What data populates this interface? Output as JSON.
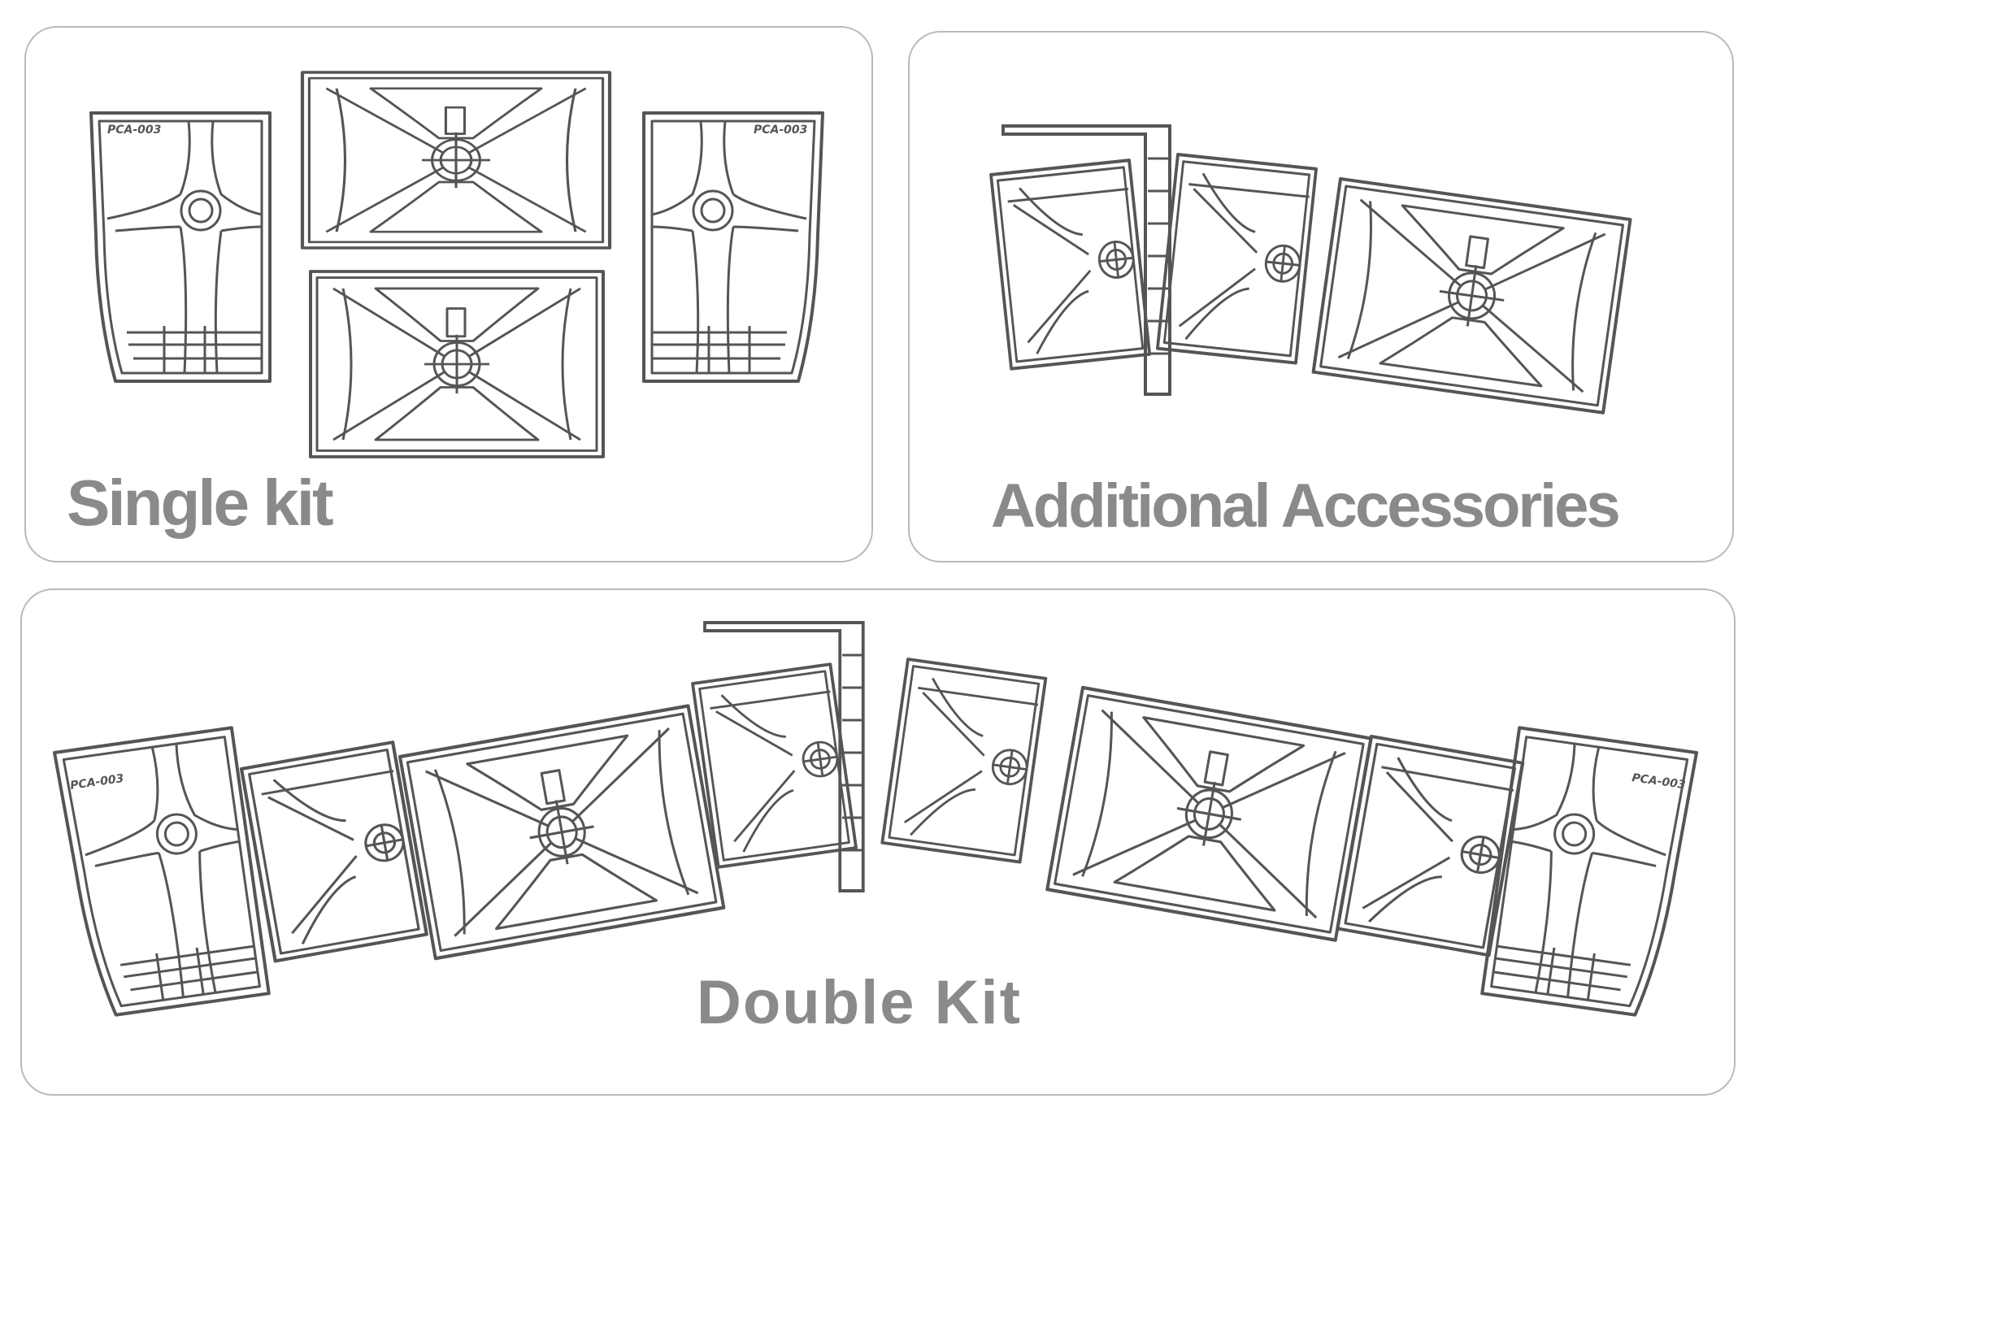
{
  "colors": {
    "line": "#555555",
    "label": "#8a8a8a",
    "border": "#b9b9b9"
  },
  "single_kit": {
    "label": "Single kit",
    "left_end_panel_logo": "PCA-003",
    "right_end_panel_logo": "PCA-003"
  },
  "accessories": {
    "label": "Additional Accessories"
  },
  "double_kit": {
    "label": "Double Kit",
    "left_end_panel_logo": "PCA-003",
    "right_end_panel_logo": "PCA-003"
  }
}
